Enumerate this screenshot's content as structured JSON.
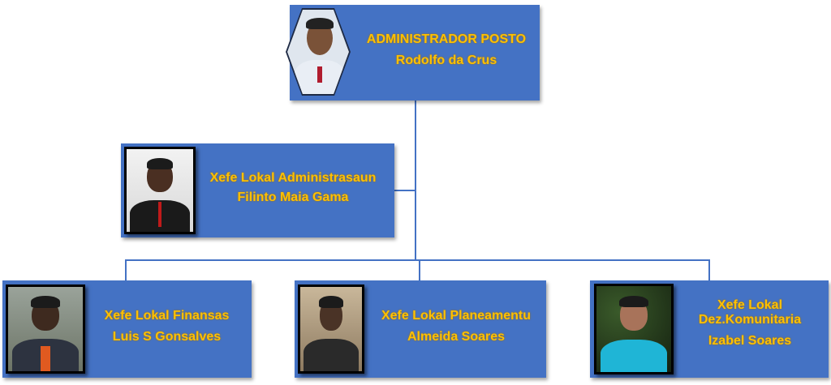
{
  "org_chart": {
    "colors": {
      "box": "#4472C4",
      "text": "#FFC000",
      "connector": "#4472C4"
    },
    "root": {
      "title": "ADMINISTRADOR POSTO",
      "name": "Rodolfo da Crus"
    },
    "assistant": {
      "title": "Xefe Lokal Administrasaun",
      "name": "Filinto Maia Gama"
    },
    "children": [
      {
        "title": "Xefe Lokal Finansas",
        "name": "Luis S Gonsalves"
      },
      {
        "title": "Xefe Lokal Planeamentu",
        "name": "Almeida Soares"
      },
      {
        "title_line1": "Xefe Lokal",
        "title_line2": "Dez.Komunitaria",
        "name": "Izabel Soares"
      }
    ]
  }
}
